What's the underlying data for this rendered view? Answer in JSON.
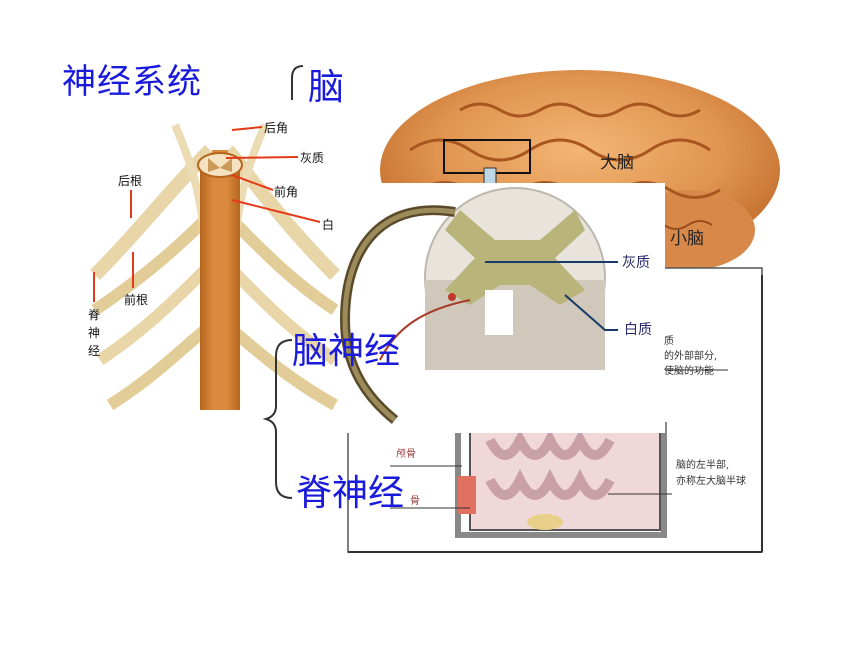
{
  "title": "神经系统",
  "brain_heading": "脑",
  "brain_nerve_heading": "脑神经",
  "spinal_nerve_heading": "脊神经",
  "spinal_cord_figure": {
    "labels": {
      "posterior_horn": "后角",
      "gray_matter": "灰质",
      "anterior_horn": "前角",
      "white_matter_partial": "白",
      "posterior_root": "后根",
      "anterior_root": "前根",
      "spinal_nerve": "脊神经"
    }
  },
  "brain_figure": {
    "cerebrum_label": "大脑",
    "cerebellum_label": "小脑"
  },
  "cross_section_figure": {
    "gray_matter_label": "灰质",
    "white_matter_label": "白质"
  },
  "textbook_figure": {
    "text_line_1": "质",
    "text_line_2": "的外部部分,",
    "text_line_3": "使脑的功能",
    "skull_label": "颅骨",
    "bone_label": "骨",
    "hemisphere_text_1": "脑的左半部,",
    "hemisphere_text_2": "亦称左大脑半球"
  }
}
